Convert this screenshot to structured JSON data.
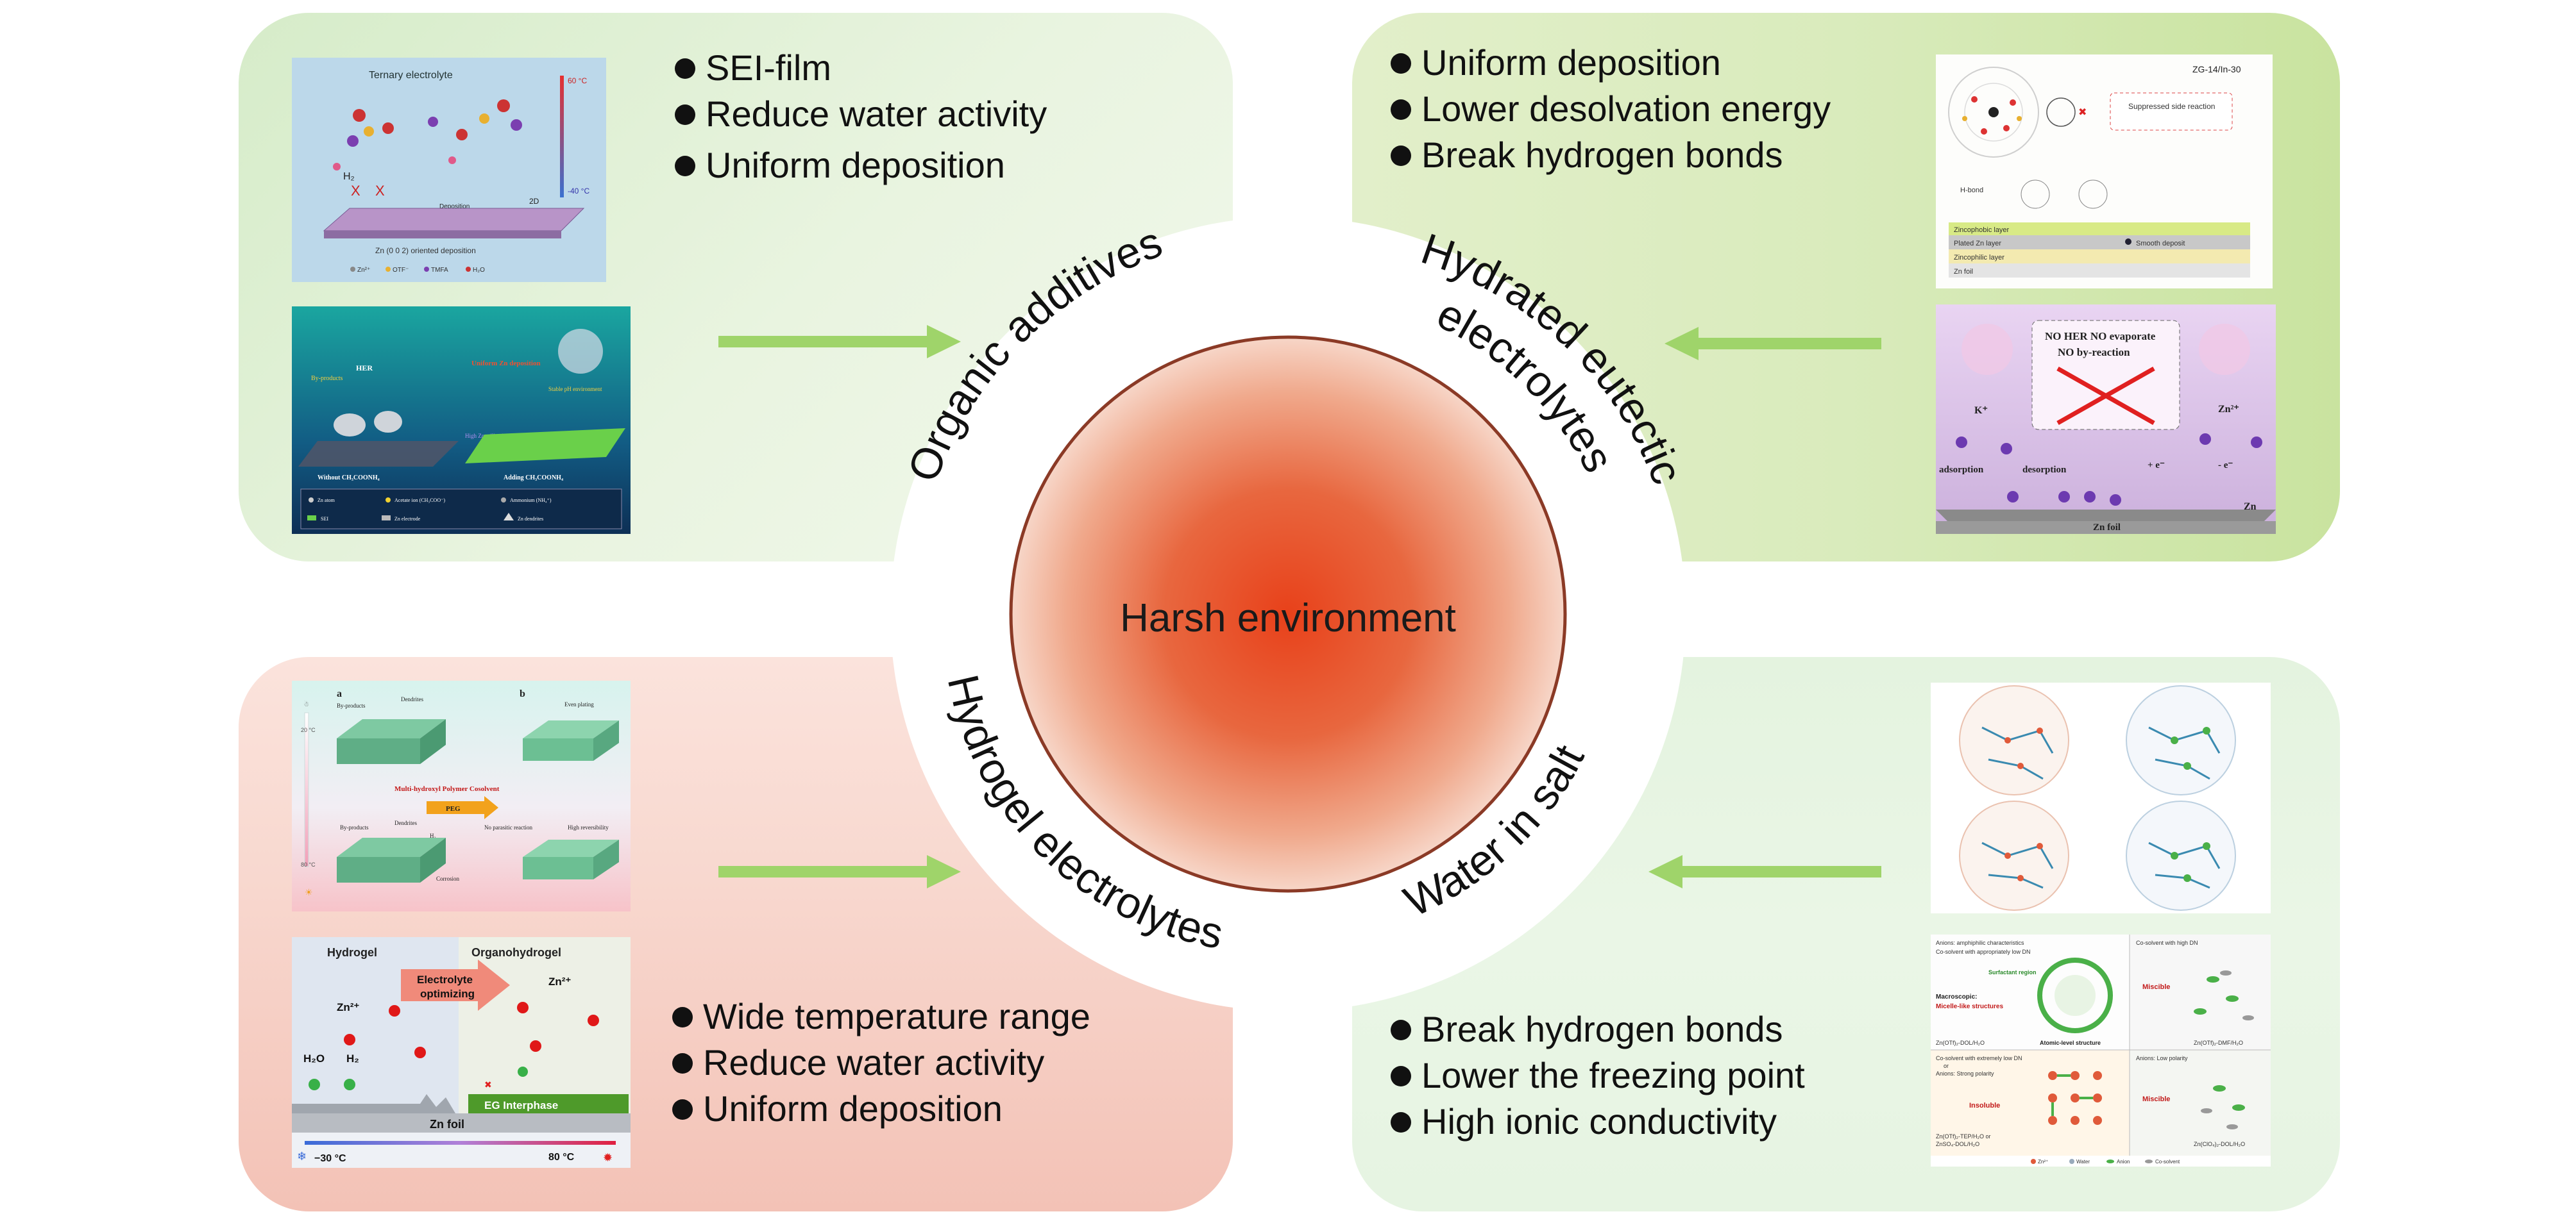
{
  "center": {
    "label": "Harsh environment",
    "fill_inner": "#ea4a1e",
    "fill_outer": "#f6d2c3"
  },
  "sections": {
    "organic": {
      "title": "Organic additives",
      "bullets": [
        "SEI-film",
        "Reduce water activity",
        "Uniform deposition"
      ],
      "figure_top": {
        "title": "Ternary electrolyte",
        "temp_high": "60 °C",
        "temp_low": "-40 °C",
        "caption": "Zn (0 0 2) oriented deposition",
        "side_label": "2D",
        "mid_label": "Deposition",
        "h2_label": "H₂",
        "legend": [
          "Zn²⁺",
          "OTF⁻",
          "TMFA",
          "H₂O"
        ]
      },
      "figure_bottom": {
        "her_label": "HER",
        "byproducts_label": "By-products",
        "uniform_label": "Uniform Zn deposition",
        "stable_label": "Stable pH environment",
        "hold_label": "High Zn utilization",
        "left_caption": "Without CH₃COONH₄",
        "right_caption": "Adding CH₃COONH₄",
        "legend": [
          "Zn atom",
          "Acetate ion (CH₃COO⁻)",
          "Ammonium (NH₄⁺)",
          "SEI",
          "Zn electrode",
          "Zn dendrites"
        ]
      }
    },
    "hydrated": {
      "title_line1": "Hydrated eutectic",
      "title_line2": "electrolytes",
      "bullets": [
        "Uniform deposition",
        "Lower desolvation energy",
        "Break hydrogen bonds"
      ],
      "figure_top": {
        "title": "ZG-14/In-30",
        "suppressed": "Suppressed side reaction",
        "hbond": "H-bond",
        "layers": [
          "Zincophobic layer",
          "Plated Zn layer",
          "Zincophilic layer",
          "Zn foil"
        ],
        "smooth": "Smooth deposit"
      },
      "figure_bottom": {
        "box_line1": "NO HER NO evaporate",
        "box_line2": "NO by-reaction",
        "k_label": "K⁺",
        "zn_label": "Zn²⁺",
        "adsorption": "adsorption",
        "desorption": "desorption",
        "electron_plus": "+ e⁻",
        "electron_minus": "- e⁻",
        "zn": "Zn",
        "foil": "Zn foil"
      }
    },
    "hydrogel": {
      "title": "Hydrogel electrolytes",
      "bullets": [
        "Wide temperature range",
        "Reduce water activity",
        "Uniform deposition"
      ],
      "figure_top": {
        "label_a": "a",
        "label_b": "b",
        "temp_top": "20 °C",
        "temp_bottom": "80 °C",
        "byproducts": "By-products",
        "dendrites": "Dendrites",
        "even": "Even plating",
        "polymer": "Multi-hydroxyl Polymer Cosolvent",
        "peg": "PEG",
        "byproducts2": "By-products",
        "dendrites2": "Dendrites",
        "h2": "H₂",
        "corrosion": "Corrosion",
        "no_parasitic": "No parasitic reaction",
        "high_rev": "High reversibility"
      },
      "figure_bottom": {
        "hydrogel": "Hydrogel",
        "organo": "Organohydrogel",
        "arrow_line1": "Electrolyte",
        "arrow_line2": "optimizing",
        "zn_left": "Zn²⁺",
        "zn_right": "Zn²⁺",
        "h2o": "H₂O",
        "h2": "H₂",
        "interphase": "EG Interphase",
        "foil": "Zn foil",
        "cold": "−30 °C",
        "hot": "80 °C"
      }
    },
    "wis": {
      "title": "Water in salt",
      "bullets": [
        "Break hydrogen bonds",
        "Lower the freezing point",
        "High ionic conductivity"
      ],
      "figure_bottom": {
        "q1_line1": "Anions: amphiphilic characteristics",
        "q1_line2": "Co-solvent with appropriately low DN",
        "surfactant": "Surfactant region",
        "macro": "Macroscopic:",
        "micelle": "Micelle-like structures",
        "atomic": "Atomic-level structure",
        "q1_formula": "Zn(OTf)₂-DOL/H₂O",
        "q2_line": "Co-solvent with high DN",
        "miscible1": "Miscible",
        "q2_formula": "Zn(OTf)₂-DMF/H₂O",
        "q3_line1": "Co-solvent with extremely low DN",
        "q3_or": "or",
        "q3_line2": "Anions: Strong polarity",
        "insoluble": "Insoluble",
        "q3_formula1": "Zn(OTf)₂-TEP/H₂O or",
        "q3_formula2": "ZnSO₄-DOL/H₂O",
        "q4_line": "Anions: Low polarity",
        "miscible2": "Miscible",
        "q4_formula": "Zn(ClO₄)₂-DOL/H₂O",
        "legend": [
          "Zn²⁺",
          "Water",
          "Anion",
          "Co-solvent"
        ]
      }
    }
  },
  "colors": {
    "arrow": "#9fd46a",
    "tl_panel": "#dcefcf",
    "tr_panel": "#d6e9b8",
    "bl_panel": "#f6cdc2",
    "br_panel": "#e6f4e2"
  }
}
